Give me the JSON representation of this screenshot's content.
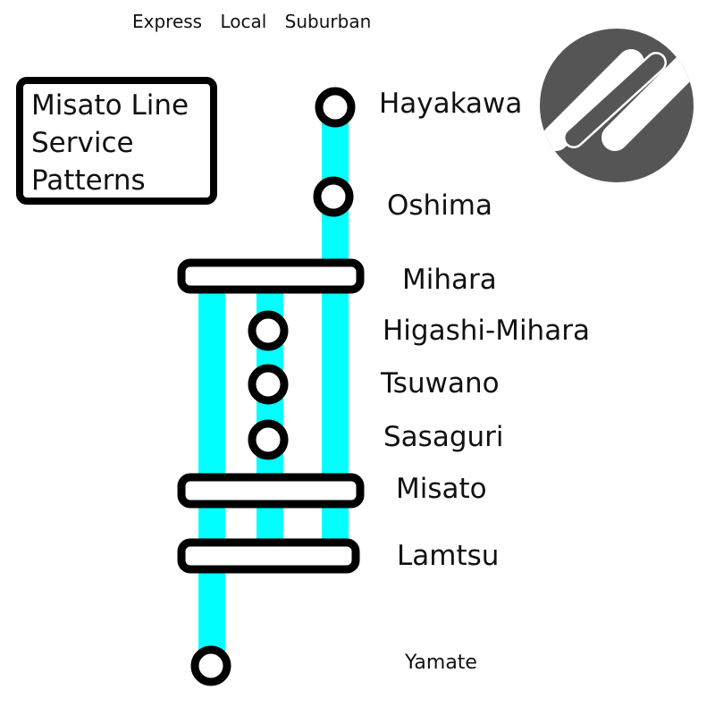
{
  "header": {
    "services": [
      "Express",
      "Local",
      "Suburban"
    ]
  },
  "title": {
    "lines": [
      "Misato Line",
      "Service",
      "Patterns"
    ]
  },
  "colors": {
    "line": "#00ffff",
    "stroke": "#000000",
    "logo_bg": "#555555",
    "logo_fg": "#ffffff"
  },
  "icons": {
    "logo": "rail-logo-icon"
  },
  "stations": [
    {
      "name": "Hayakawa"
    },
    {
      "name": "Oshima"
    },
    {
      "name": "Mihara"
    },
    {
      "name": "Higashi-Mihara"
    },
    {
      "name": "Tsuwano"
    },
    {
      "name": "Sasaguri"
    },
    {
      "name": "Misato"
    },
    {
      "name": "Lamtsu"
    },
    {
      "name": "Yamate"
    }
  ]
}
